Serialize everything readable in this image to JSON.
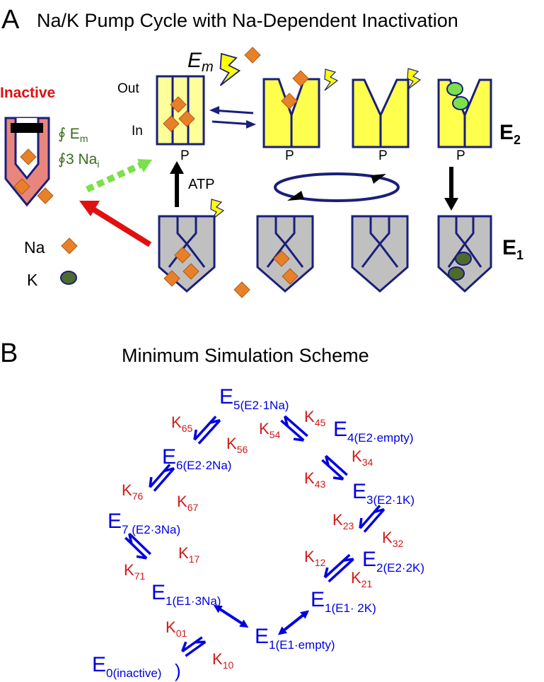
{
  "panel_a": {
    "letter": "A",
    "title": "Na/K Pump Cycle with Na-Dependent Inactivation",
    "inactive_label": "Inactive",
    "cond_em_symbol": "∮",
    "cond_em_text": "E",
    "cond_em_sub": "m",
    "cond_na_symbol": "∮",
    "cond_na_text": "3 Na",
    "cond_na_sub": "i",
    "em_main": "E",
    "em_sub": "m",
    "out_label": "Out",
    "in_label": "In",
    "p_label": "P",
    "atp_label": "ATP",
    "e2_main": "E",
    "e2_sub": "2",
    "e1_main": "E",
    "e1_sub": "1",
    "legend_na": "Na",
    "legend_k": "K"
  },
  "panel_b": {
    "letter": "B",
    "title": "Minimum Simulation Scheme",
    "states": [
      {
        "main": "E",
        "sub": "5(E2·1Na)"
      },
      {
        "main": "E",
        "sub": "4(E2·empty)"
      },
      {
        "main": "E",
        "sub": "6(E2·2Na)"
      },
      {
        "main": "E",
        "sub": "3(E2·1K)"
      },
      {
        "main": "E",
        "sub": "7 (E2·3Na)"
      },
      {
        "main": "E",
        "sub": "2(E2·2K)"
      },
      {
        "main": "E",
        "sub": "1(E1·3Na)"
      },
      {
        "main": "E",
        "sub": "1(E1· 2K)"
      },
      {
        "main": "E",
        "sub": "1(E1·empty)"
      },
      {
        "main": "E",
        "sub": "0(inactive)"
      }
    ],
    "rates": [
      {
        "main": "K",
        "sub": "65"
      },
      {
        "main": "K",
        "sub": "56"
      },
      {
        "main": "K",
        "sub": "54"
      },
      {
        "main": "K",
        "sub": "45"
      },
      {
        "main": "K",
        "sub": "43"
      },
      {
        "main": "K",
        "sub": "34"
      },
      {
        "main": "K",
        "sub": "76"
      },
      {
        "main": "K",
        "sub": "67"
      },
      {
        "main": "K",
        "sub": "23"
      },
      {
        "main": "K",
        "sub": "32"
      },
      {
        "main": "K",
        "sub": "17"
      },
      {
        "main": "K",
        "sub": "71"
      },
      {
        "main": "K",
        "sub": "12"
      },
      {
        "main": "K",
        "sub": "21"
      },
      {
        "main": "K",
        "sub": "01"
      },
      {
        "main": "K",
        "sub": "10"
      }
    ],
    "paren_close": ")"
  },
  "colors": {
    "navy": "#1a1f7a",
    "yellow": "#ffff4d",
    "pale_yellow": "#ffff99",
    "gray": "#c0c0c0",
    "pink": "#e8867d",
    "orange": "#e8802a",
    "green_light": "#7be04a",
    "green_dark": "#4e6b2e",
    "red": "#e01010",
    "dark_green_text": "#3d6b1e",
    "blue_text": "#0000e0",
    "red_text": "#d01818",
    "bolt": "#ffff00"
  }
}
